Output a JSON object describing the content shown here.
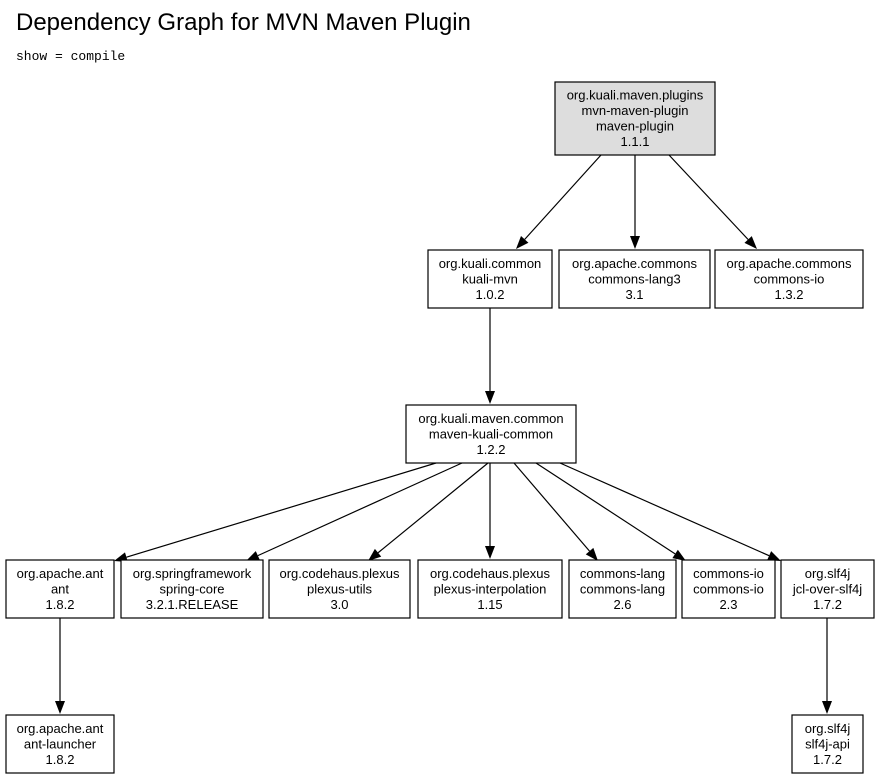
{
  "header": {
    "title": "Dependency Graph for MVN Maven Plugin",
    "filter": "show = compile"
  },
  "nodes": [
    {
      "id": "mvn-maven-plugin",
      "lines": [
        "org.kuali.maven.plugins",
        "mvn-maven-plugin",
        "maven-plugin",
        "1.1.1"
      ],
      "root": true
    },
    {
      "id": "kuali-mvn",
      "lines": [
        "org.kuali.common",
        "kuali-mvn",
        "1.0.2"
      ]
    },
    {
      "id": "commons-lang3",
      "lines": [
        "org.apache.commons",
        "commons-lang3",
        "3.1"
      ]
    },
    {
      "id": "commons-io-132",
      "lines": [
        "org.apache.commons",
        "commons-io",
        "1.3.2"
      ]
    },
    {
      "id": "maven-kuali-common",
      "lines": [
        "org.kuali.maven.common",
        "maven-kuali-common",
        "1.2.2"
      ]
    },
    {
      "id": "ant",
      "lines": [
        "org.apache.ant",
        "ant",
        "1.8.2"
      ]
    },
    {
      "id": "spring-core",
      "lines": [
        "org.springframework",
        "spring-core",
        "3.2.1.RELEASE"
      ]
    },
    {
      "id": "plexus-utils",
      "lines": [
        "org.codehaus.plexus",
        "plexus-utils",
        "3.0"
      ]
    },
    {
      "id": "plexus-interpolation",
      "lines": [
        "org.codehaus.plexus",
        "plexus-interpolation",
        "1.15"
      ]
    },
    {
      "id": "commons-lang",
      "lines": [
        "commons-lang",
        "commons-lang",
        "2.6"
      ]
    },
    {
      "id": "commons-io-23",
      "lines": [
        "commons-io",
        "commons-io",
        "2.3"
      ]
    },
    {
      "id": "jcl-over-slf4j",
      "lines": [
        "org.slf4j",
        "jcl-over-slf4j",
        "1.7.2"
      ]
    },
    {
      "id": "ant-launcher",
      "lines": [
        "org.apache.ant",
        "ant-launcher",
        "1.8.2"
      ]
    },
    {
      "id": "slf4j-api",
      "lines": [
        "org.slf4j",
        "slf4j-api",
        "1.7.2"
      ]
    }
  ],
  "edges": [
    [
      "mvn-maven-plugin",
      "kuali-mvn"
    ],
    [
      "mvn-maven-plugin",
      "commons-lang3"
    ],
    [
      "mvn-maven-plugin",
      "commons-io-132"
    ],
    [
      "kuali-mvn",
      "maven-kuali-common"
    ],
    [
      "maven-kuali-common",
      "ant"
    ],
    [
      "maven-kuali-common",
      "spring-core"
    ],
    [
      "maven-kuali-common",
      "plexus-utils"
    ],
    [
      "maven-kuali-common",
      "plexus-interpolation"
    ],
    [
      "maven-kuali-common",
      "commons-lang"
    ],
    [
      "maven-kuali-common",
      "commons-io-23"
    ],
    [
      "maven-kuali-common",
      "jcl-over-slf4j"
    ],
    [
      "ant",
      "ant-launcher"
    ],
    [
      "jcl-over-slf4j",
      "slf4j-api"
    ]
  ],
  "colors": {
    "root_fill": "#dddddd",
    "node_fill": "#ffffff",
    "stroke": "#000000"
  }
}
